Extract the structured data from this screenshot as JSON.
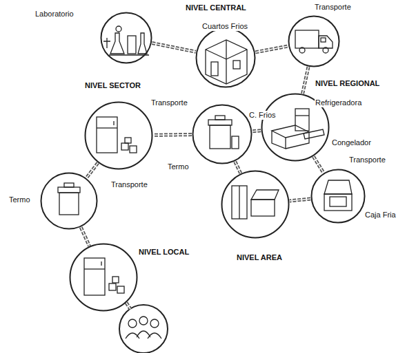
{
  "diagram": {
    "nodes": [
      {
        "text": [
          "Laboratorio"
        ]
      },
      {
        "text": [
          "NIVEL CENTRAL",
          "Cuartos Frios"
        ]
      },
      {
        "text": [
          "Transporte"
        ]
      },
      {
        "text": [
          "NIVEL REGIONAL",
          "Refrigeradora",
          "C. Frios",
          "Congelador"
        ]
      },
      {
        "text": [
          "Transporte",
          "Termo"
        ]
      },
      {
        "text": [
          "NIVEL SECTOR"
        ]
      },
      {
        "text": [
          "Transporte",
          "Caja Fria"
        ]
      },
      {
        "text": [
          "NIVEL AREA"
        ]
      },
      {
        "text": [
          "Transporte",
          "Termo"
        ]
      },
      {
        "text": [
          "NIVEL LOCAL"
        ]
      }
    ],
    "edges": [
      {
        "from": 0,
        "to": 1,
        "arrow": "none"
      },
      {
        "from": 1,
        "to": 2,
        "arrow": "none"
      },
      {
        "from": 2,
        "to": 3,
        "arrow": "none"
      },
      {
        "from": 3,
        "to": 4,
        "arrow": "none"
      },
      {
        "from": 3,
        "to": 6,
        "arrow": "none"
      },
      {
        "from": 6,
        "to": 7,
        "arrow": "none"
      },
      {
        "from": 4,
        "to": 7,
        "arrow": "none"
      },
      {
        "from": 4,
        "to": 5,
        "arrow": "none"
      },
      {
        "from": 5,
        "to": 8,
        "arrow": "none"
      },
      {
        "from": 8,
        "to": 9,
        "arrow": "none"
      }
    ]
  }
}
